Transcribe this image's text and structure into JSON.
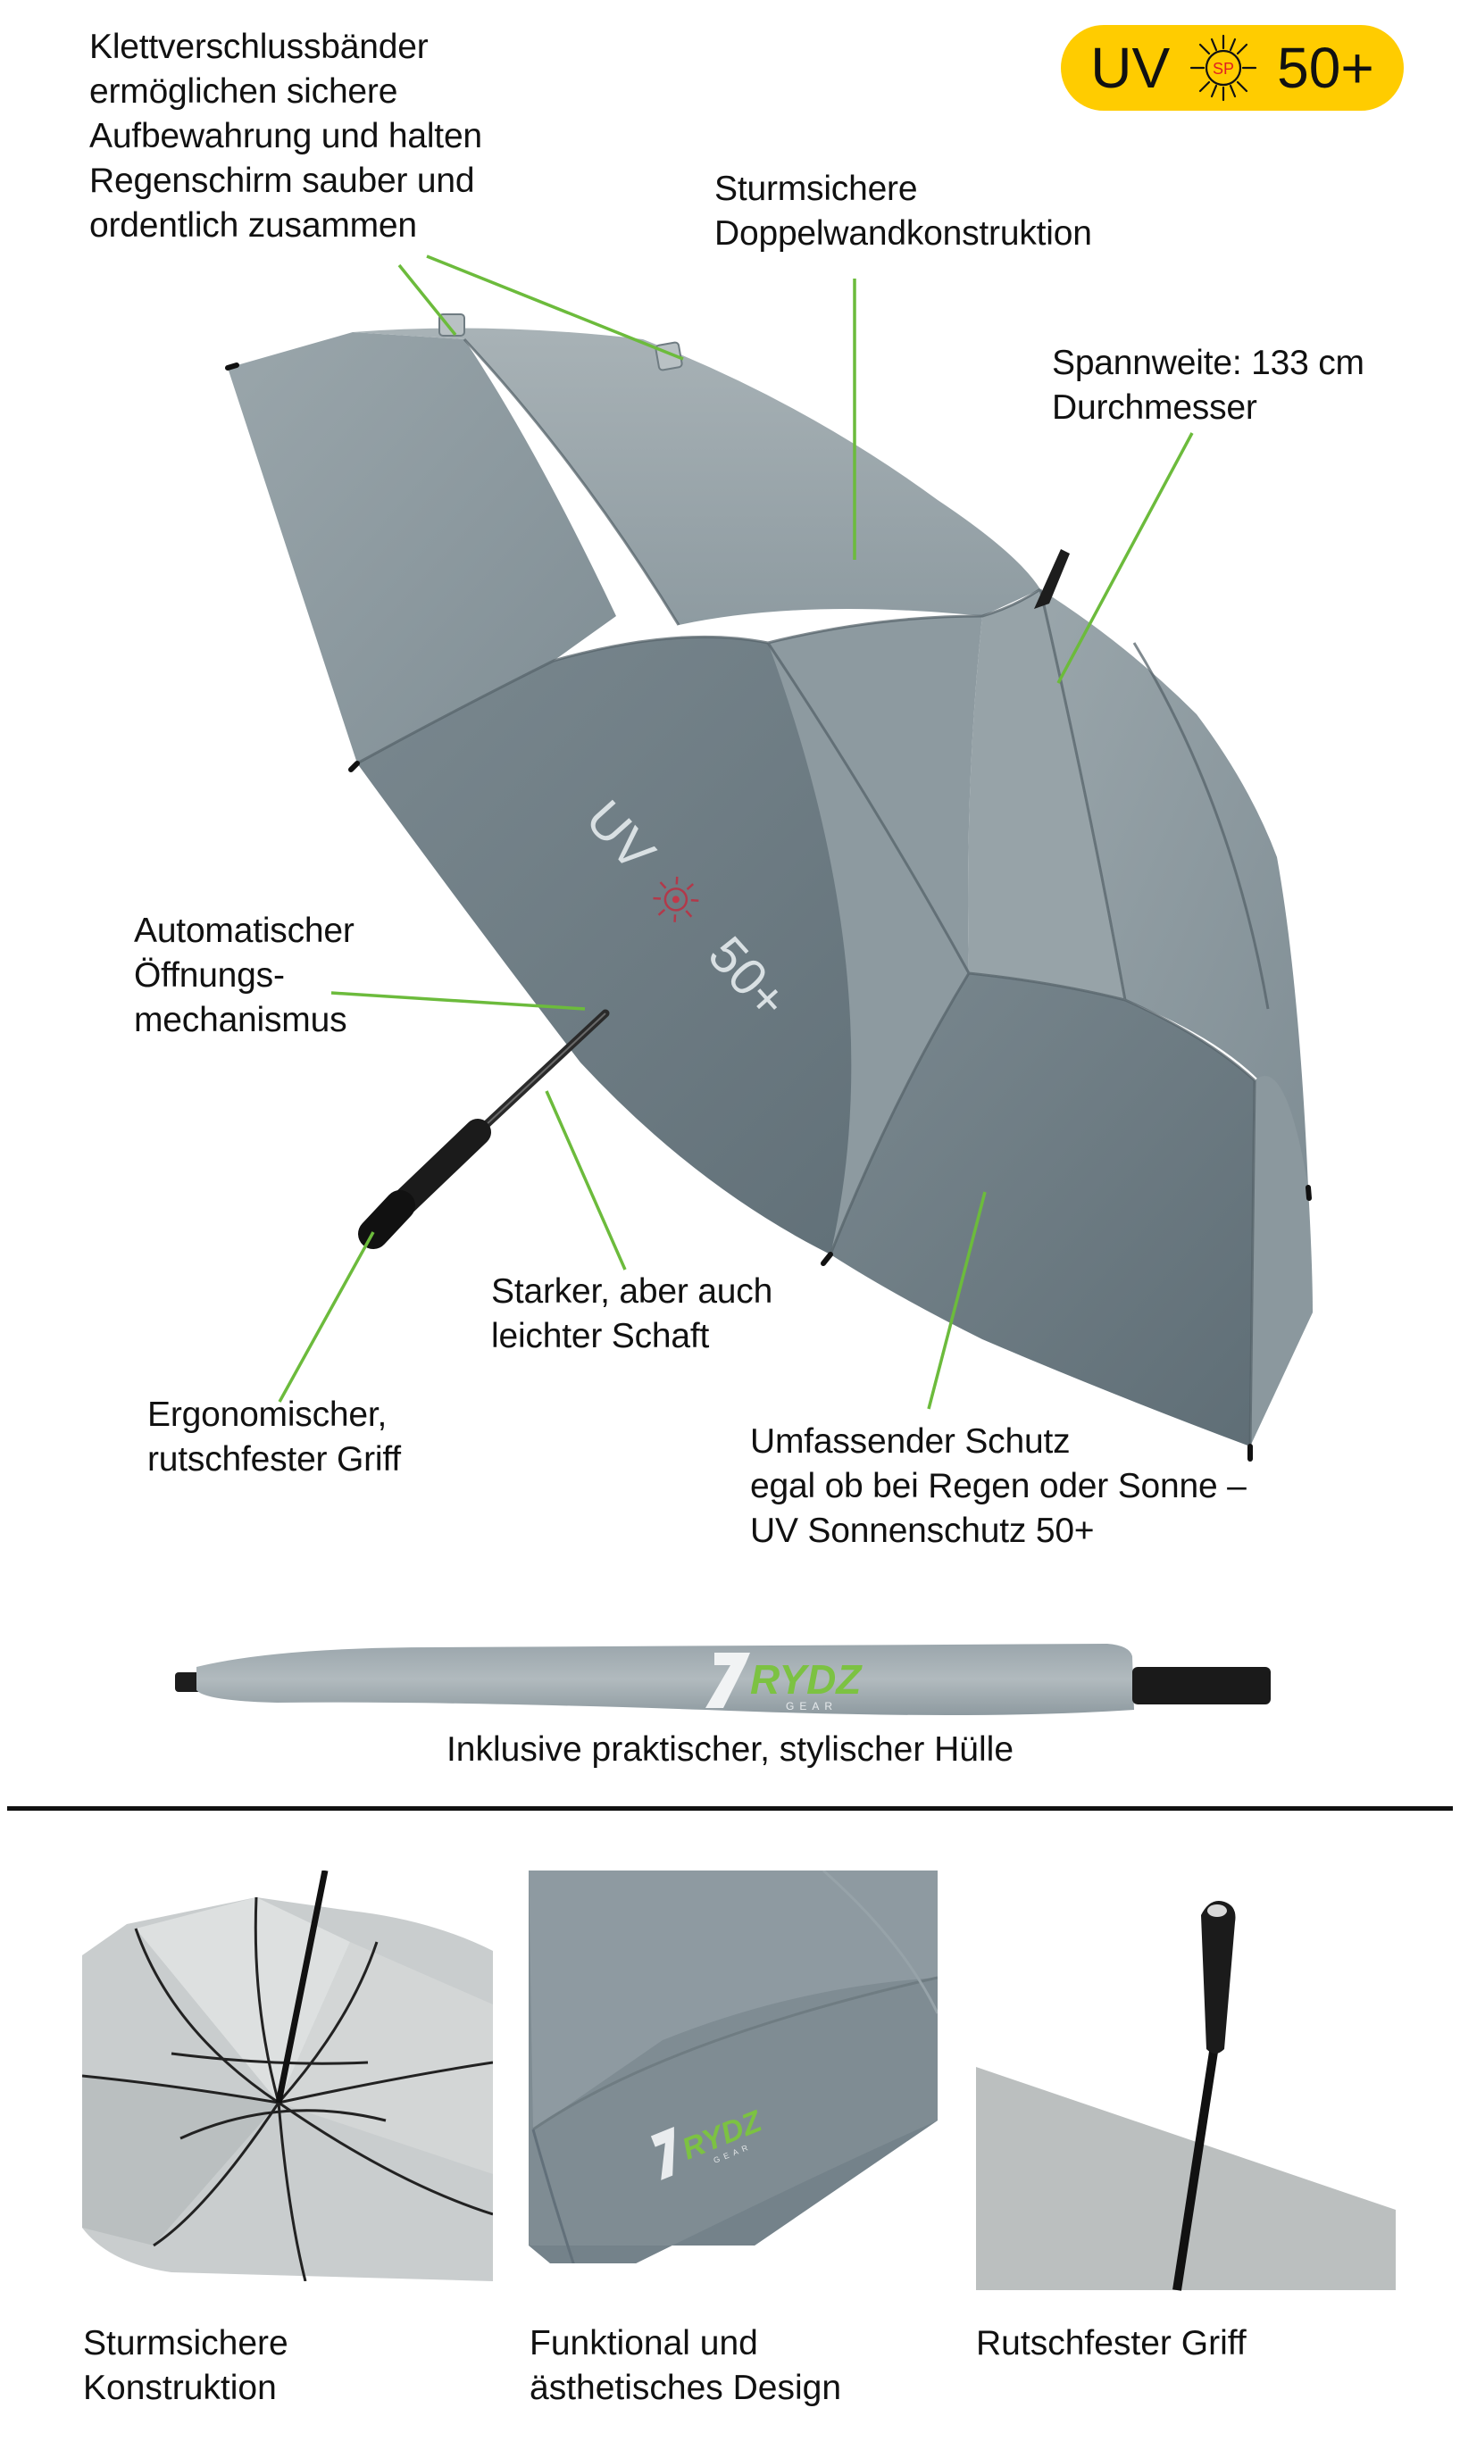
{
  "colors": {
    "badge_bg": "#ffcc00",
    "sun_text": "#e02020",
    "callout_line": "#6cbb3c",
    "canopy_dark": "#6b7b84",
    "canopy_mid": "#8a989f",
    "canopy_light": "#a3aeb3",
    "brand_green": "#7cc242",
    "divider": "#111111"
  },
  "badge": {
    "left": "UV",
    "sun_icon": "SP",
    "right": "50+"
  },
  "callouts": {
    "velcro": {
      "lines": [
        "Klettverschlussbänder",
        "ermöglichen sichere",
        "Aufbewahrung und halten",
        "Regenschirm sauber und",
        "ordentlich zusammen"
      ]
    },
    "double_canopy": {
      "lines": [
        "Sturmsichere",
        "Doppelwandkonstruktion"
      ]
    },
    "span": {
      "lines": [
        "Spannweite: 133 cm",
        "Durchmesser"
      ]
    },
    "auto_open": {
      "lines": [
        "Automatischer",
        "Öffnungs-",
        "mechanismus"
      ]
    },
    "shaft": {
      "lines": [
        "Starker, aber auch",
        "leichter Schaft"
      ]
    },
    "grip": {
      "lines": [
        "Ergonomischer,",
        "rutschfester Griff"
      ]
    },
    "protection": {
      "lines": [
        "Umfassender Schutz",
        "egal ob bei Regen oder Sonne –",
        "UV Sonnenschutz 50+"
      ]
    }
  },
  "canopy_print": {
    "uv": "UV",
    "value": "50+"
  },
  "sleeve": {
    "brand": "RYDZ",
    "brand_sub": "GEAR",
    "caption": "Inklusive praktischer, stylischer Hülle"
  },
  "thumbnails": [
    {
      "caption_lines": [
        "Sturmsichere",
        "Konstruktion"
      ]
    },
    {
      "caption_lines": [
        "Funktional und",
        "ästhetisches Design"
      ],
      "brand": "RYDZ",
      "brand_sub": "GEAR"
    },
    {
      "caption_lines": [
        "Rutschfester Griff"
      ]
    }
  ]
}
